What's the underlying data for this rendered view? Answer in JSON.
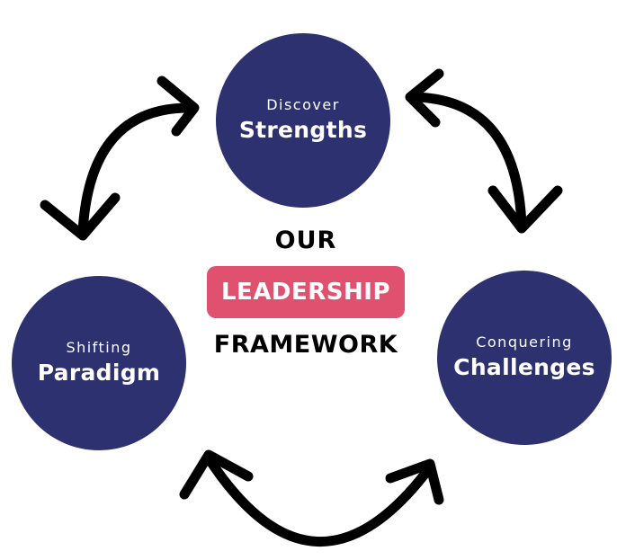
{
  "colors": {
    "circle": "#2d3170",
    "badge": "#e0506f",
    "text_dark": "#000000",
    "text_light": "#ffffff",
    "arrow": "#000000"
  },
  "center": {
    "line1": "OUR",
    "badge": "LEADERSHIP",
    "line3": "FRAMEWORK"
  },
  "nodes": [
    {
      "subtitle": "Discover",
      "title": "Strengths"
    },
    {
      "subtitle": "Shifting",
      "title": "Paradigm"
    },
    {
      "subtitle": "Conquering",
      "title": "Challenges"
    }
  ],
  "arrows": [
    {
      "name": "arrow-top-left",
      "kind": "double-headed"
    },
    {
      "name": "arrow-top-right",
      "kind": "double-headed"
    },
    {
      "name": "arrow-bottom",
      "kind": "double-headed"
    }
  ]
}
